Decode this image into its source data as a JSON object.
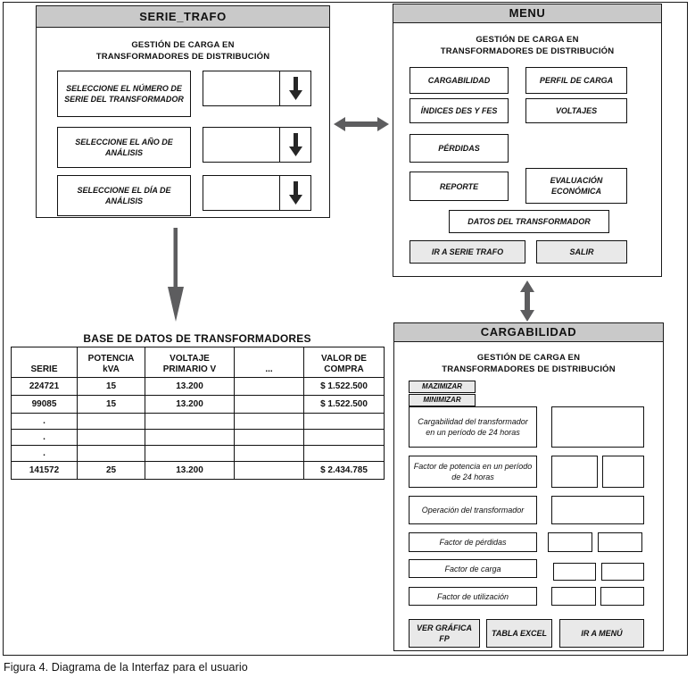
{
  "figure": {
    "caption": "Figura 4. Diagrama de la Interfaz para el usuario"
  },
  "common": {
    "subtitle_line1": "GESTIÓN DE CARGA EN",
    "subtitle_line2": "TRANSFORMADORES DE DISTRIBUCIÓN",
    "down_arrow_icon": "down-arrow-icon"
  },
  "colors": {
    "titlebar": "#c9c9c9",
    "button_fill": "#e9e9e9",
    "border": "#111111",
    "connector": "#5d5d5f",
    "page_bg": "#ffffff"
  },
  "serie_trafo": {
    "title": "SERIE_TRAFO",
    "subtitle_line1": "GESTIÓN DE CARGA EN",
    "subtitle_line2": "TRANSFORMADORES DE DISTRIBUCIÓN",
    "fields": [
      {
        "label": "SELECCIONE EL NÚMERO DE SERIE DEL TRANSFORMADOR",
        "value": ""
      },
      {
        "label": "SELECCIONE EL AÑO DE ANÁLISIS",
        "value": ""
      },
      {
        "label": "SELECCIONE EL DÍA DE ANÁLISIS",
        "value": ""
      }
    ]
  },
  "menu": {
    "title": "MENU",
    "subtitle_line1": "GESTIÓN DE CARGA EN",
    "subtitle_line2": "TRANSFORMADORES DE DISTRIBUCIÓN",
    "buttons": {
      "cargabilidad": "CARGABILIDAD",
      "perfil_de_carga": "PERFIL DE CARGA",
      "indices": "ÍNDICES DES Y FES",
      "voltajes": "VOLTAJES",
      "perdidas": "PÉRDIDAS",
      "reporte": "REPORTE",
      "evaluacion_economica": "EVALUACIÓN ECONÓMICA",
      "datos_transformador": "DATOS DEL TRANSFORMADOR",
      "ir_a_serie_trafo": "IR A SERIE TRAFO",
      "salir": "SALIR"
    }
  },
  "database": {
    "title": "BASE DE DATOS DE TRANSFORMADORES",
    "columns": [
      {
        "line1": "",
        "line2": "SERIE"
      },
      {
        "line1": "POTENCIA",
        "line2": "kVA"
      },
      {
        "line1": "VOLTAJE",
        "line2": "PRIMARIO V"
      },
      {
        "line1": "",
        "line2": "..."
      },
      {
        "line1": "VALOR DE",
        "line2": "COMPRA"
      }
    ],
    "rows": [
      [
        "224721",
        "15",
        "13.200",
        "",
        "$ 1.522.500"
      ],
      [
        "99085",
        "15",
        "13.200",
        "",
        "$ 1.522.500"
      ],
      [
        ".",
        "",
        "",
        "",
        ""
      ],
      [
        ".",
        "",
        "",
        "",
        ""
      ],
      [
        ".",
        "",
        "",
        "",
        ""
      ],
      [
        "141572",
        "25",
        "13.200",
        "",
        "$ 2.434.785"
      ]
    ]
  },
  "cargabilidad": {
    "title": "CARGABILIDAD",
    "subtitle_line1": "GESTIÓN DE CARGA EN",
    "subtitle_line2": "TRANSFORMADORES DE DISTRIBUCIÓN",
    "window_buttons": {
      "maximize": "MAZIMIZAR",
      "minimize": "MINIMIZAR"
    },
    "rows": [
      {
        "label": "Cargabilidad del transformador en un período de 24 horas",
        "values": [
          ""
        ]
      },
      {
        "label": "Factor de potencia en un período de 24 horas",
        "values": [
          "",
          ""
        ]
      },
      {
        "label": "Operación del transformador",
        "values": [
          ""
        ]
      },
      {
        "label": "Factor de pérdidas",
        "values": [
          "",
          ""
        ]
      },
      {
        "label": "Factor de carga",
        "values": [
          "",
          ""
        ]
      },
      {
        "label": "Factor de utilización",
        "values": [
          "",
          ""
        ]
      }
    ],
    "actions": {
      "ver_grafica_fp": "VER GRÁFICA FP",
      "tabla_excel": "TABLA EXCEL",
      "ir_a_menu": "IR A MENÚ"
    }
  },
  "connectors": {
    "serie_trafo_to_menu": "double-arrow-horizontal-icon",
    "serie_trafo_to_database": "arrow-down-icon",
    "menu_to_cargabilidad": "double-arrow-vertical-icon"
  }
}
